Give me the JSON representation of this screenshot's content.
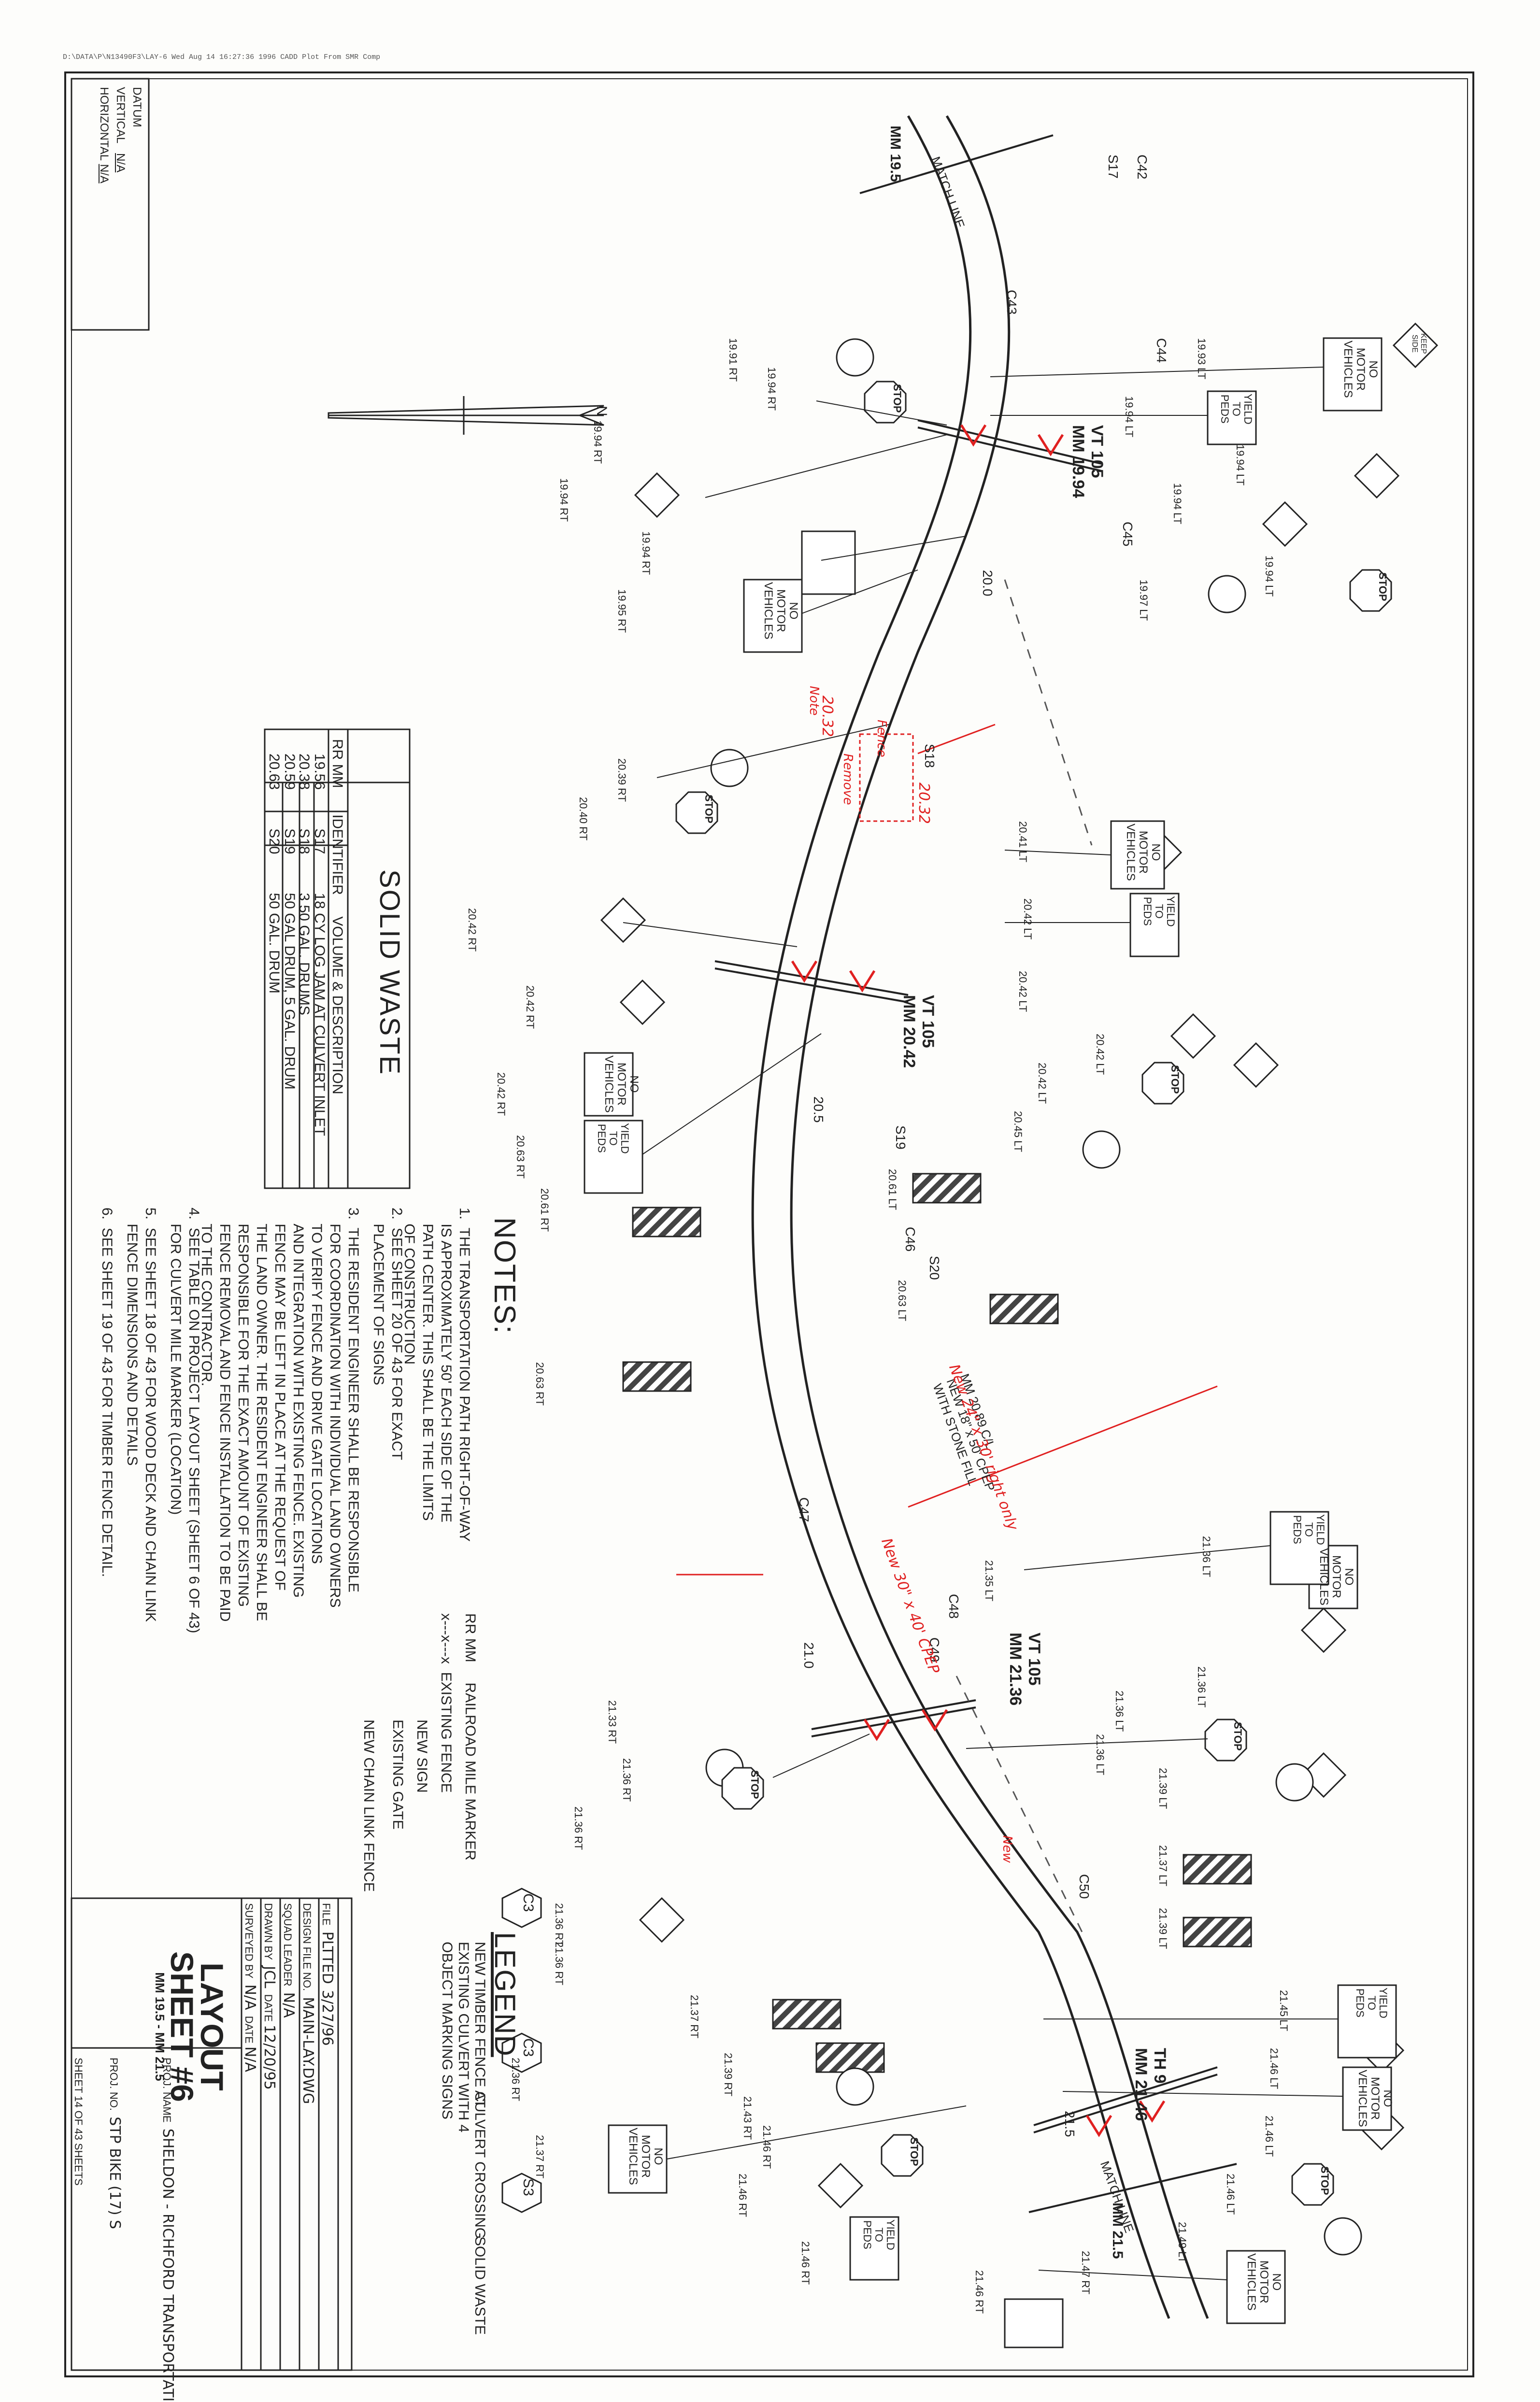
{
  "header": {
    "plot_info": "D:\\DATA\\P\\N13490F3\\LAY-6  Wed Aug 14 16:27:36 1996  CADD Plot From SMR Comp"
  },
  "datum": {
    "title": "DATUM",
    "vertical_label": "VERTICAL",
    "vertical_value": "N/A",
    "horizontal_label": "HORIZONTAL",
    "horizontal_value": "N/A"
  },
  "match_lines": {
    "top_mm": "MM 19.5",
    "top_label": "MATCH LINE",
    "bottom_mm": "MM 21.5",
    "bottom_label": "MATCH LINE"
  },
  "north_label": "N",
  "crossings": [
    {
      "road": "VT 105",
      "mm": "MM 19.94"
    },
    {
      "road": "VT 105",
      "mm": "MM 20.42"
    },
    {
      "road": "VT 105",
      "mm": "MM 21.36"
    },
    {
      "road": "TH 9",
      "mm": "MM 21.46"
    }
  ],
  "stations": [
    "20.0",
    "20.5",
    "21.0",
    "21.5"
  ],
  "tags": {
    "culvert": [
      "C42",
      "C43",
      "C44",
      "C45",
      "C46",
      "C47",
      "C48",
      "C49",
      "C50"
    ],
    "waste": [
      "S17",
      "S18",
      "S19",
      "S20"
    ]
  },
  "sign_texts": {
    "stop": "STOP",
    "no_motor": [
      "NO",
      "MOTOR",
      "VEHICLES"
    ],
    "yield": [
      "YIELD",
      "TO",
      "PEDS"
    ],
    "keep_side": [
      "KEEP",
      "SIDE"
    ]
  },
  "mileposts": {
    "left": [
      "19.91 RT",
      "19.94 RT",
      "19.94 RT",
      "19.94 RT",
      "19.94 RT",
      "19.95 RT",
      "20.39 RT",
      "20.40 RT",
      "20.42 RT",
      "20.42 RT",
      "20.42 RT",
      "20.63 RT",
      "20.61 RT",
      "20.63 RT",
      "21.33 RT",
      "21.36 RT",
      "21.36 RT",
      "21.36 RT",
      "21.36 RT",
      "21.37 RT",
      "21.39 RT",
      "21.43 RT",
      "21.46 RT",
      "21.46 RT",
      "21.46 RT",
      "21.36 RT",
      "21.37 RT"
    ],
    "right": [
      "19.93 LT",
      "19.94 LT",
      "19.94 LT",
      "19.94 LT",
      "19.94 LT",
      "19.97 LT",
      "20.41 LT",
      "20.42 LT",
      "20.42 LT",
      "20.42 LT",
      "20.42 LT",
      "20.45 LT",
      "20.61 LT",
      "20.63 LT",
      "21.35 LT",
      "21.36 LT",
      "21.36 LT",
      "21.36 LT",
      "21.36 LT",
      "21.39 LT",
      "21.37 LT",
      "21.39 LT",
      "21.45 LT",
      "21.46 LT",
      "21.46 LT",
      "21.46 LT",
      "21.49 LT",
      "21.47 RT",
      "21.46 RT"
    ]
  },
  "culvert_note": [
    "MM 20.89 C/L",
    "NEW 18\" x 50' CPEP",
    "WITH STONE FILL"
  ],
  "red_annotations": [
    "New 24\" x 30' right only",
    "New 30\" x 40' CPEP",
    "20.32",
    "20.32",
    "Fence",
    "Remove",
    "New",
    "Note"
  ],
  "solid_waste": {
    "title": "SOLID WASTE",
    "headers": [
      "RR MM",
      "IDENTIFIER",
      "VOLUME & DESCRIPTION"
    ],
    "rows": [
      [
        "19.56",
        "S17",
        "18 CY LOG JAM AT CULVERT INLET"
      ],
      [
        "20.38",
        "S18",
        "3 50 GAL. DRUMS"
      ],
      [
        "20.59",
        "S19",
        "50 GAL DRUM, 5 GAL. DRUM"
      ],
      [
        "20.63",
        "S20",
        "50 GAL. DRUM"
      ]
    ]
  },
  "notes": {
    "title": "NOTES:",
    "items": [
      {
        "num": "1.",
        "lines": [
          "THE TRANSPORTATION PATH RIGHT-OF-WAY",
          "IS APPROXIMATELY 50' EACH SIDE OF THE",
          "PATH CENTER. THIS SHALL BE THE LIMITS",
          "OF CONSTRUCTION"
        ]
      },
      {
        "num": "2.",
        "lines": [
          "SEE SHEET 20 OF 43 FOR EXACT",
          "PLACEMENT OF SIGNS"
        ]
      },
      {
        "num": "3.",
        "lines": [
          "THE RESIDENT ENGINEER SHALL BE RESPONSIBLE",
          "FOR COORDINATION WITH INDIVIDUAL LAND OWNERS",
          "TO VERIFY FENCE AND DRIVE GATE LOCATIONS",
          "AND INTEGRATION WITH EXISTING FENCE. EXISTING",
          "FENCE MAY BE LEFT IN PLACE AT THE REQUEST OF",
          "THE LAND OWNER. THE RESIDENT ENGINEER SHALL BE",
          "RESPONSIBLE FOR THE EXACT AMOUNT OF EXISTING",
          "FENCE REMOVAL AND FENCE INSTALLATION TO BE PAID",
          "TO THE CONTRACTOR."
        ]
      },
      {
        "num": "4.",
        "lines": [
          "SEE TABLE ON PROJECT LAYOUT SHEET (SHEET 6 OF 43)",
          "FOR CULVERT MILE MARKER (LOCATION)"
        ]
      },
      {
        "num": "5.",
        "lines": [
          "SEE SHEET 18 OF 43 FOR WOOD DECK AND CHAIN LINK",
          "FENCE DIMENSIONS AND DETAILS"
        ]
      },
      {
        "num": "6.",
        "lines": [
          "SEE SHEET 19 OF 43 FOR TIMBER FENCE DETAIL."
        ]
      }
    ]
  },
  "legend": {
    "title": "LEGEND",
    "items": [
      {
        "symbol": "RR MM",
        "label": "RAILROAD MILE MARKER"
      },
      {
        "symbol": "x---x---x",
        "label": "EXISTING FENCE"
      },
      {
        "symbol": "sign",
        "label": "NEW SIGN"
      },
      {
        "symbol": "gate",
        "label": "EXISTING GATE"
      },
      {
        "symbol": "chain",
        "label": "NEW CHAIN LINK FENCE"
      }
    ],
    "tag_items": [
      {
        "tag": "S3",
        "label": "SOLID WASTE"
      },
      {
        "tag": "C3",
        "label": "CULVERT CROSSING"
      },
      {
        "tag": "C3",
        "label": "NEW TIMBER FENCE AT EXISTING CULVERT WITH 4 OBJECT MARKING SIGNS"
      }
    ]
  },
  "title_block": {
    "title": "LAYOUT",
    "sheet": "SHEET #6",
    "range": "MM 19.5 - MM 21.5",
    "rows": [
      {
        "label": "SURVEYED BY",
        "value": "N/A",
        "label2": "DATE",
        "value2": "N/A"
      },
      {
        "label": "DRAWN BY",
        "value": "JCL",
        "label2": "DATE",
        "value2": "12/20/95"
      },
      {
        "label": "SQUAD LEADER",
        "value": "N/A",
        "label2": "",
        "value2": ""
      },
      {
        "label": "DESIGN FILE NO.",
        "value": "MAIN-LAY.DWG",
        "label2": "",
        "value2": ""
      },
      {
        "label": "FILE",
        "value": "PLTTED",
        "label2": "",
        "value2": "3/27/96"
      },
      {
        "label": "PROJ. NAME",
        "value": "SHELDON - RICHFORD TRANSPORTATION PATH",
        "label2": "",
        "value2": ""
      },
      {
        "label": "PROJ. NO.",
        "value": "STP BIKE (17) S",
        "label2": "",
        "value2": ""
      }
    ],
    "sheet_of": "SHEET 14 OF 43 SHEETS"
  },
  "colors": {
    "ink": "#222222",
    "red": "#e02020",
    "paper": "#fdfdfb",
    "hatch": "#555555"
  }
}
